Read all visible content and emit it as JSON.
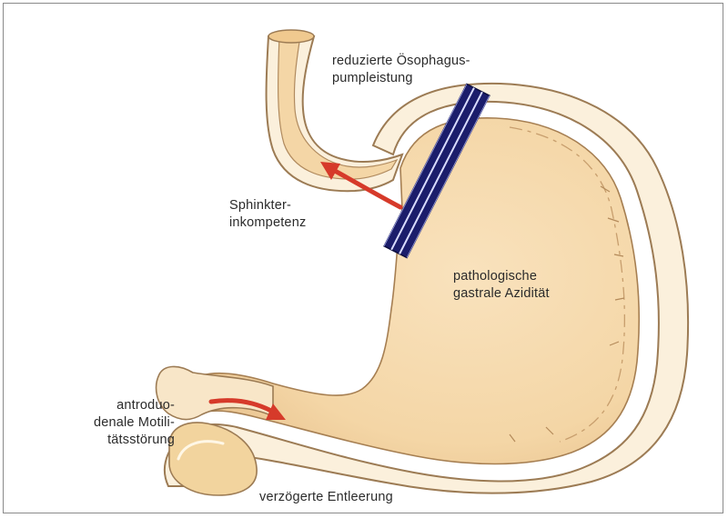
{
  "diagram": {
    "labels": {
      "oesophagus_line1": "reduzierte Ösophagus-",
      "oesophagus_line2": "pumpleistung",
      "sphinkter_line1": "Sphinkter-",
      "sphinkter_line2": "inkompetenz",
      "aciditaet_line1": "pathologische",
      "aciditaet_line2": "gastrale Azidität",
      "motilitaet_line1": "antroduo-",
      "motilitaet_line2": "denale Motili-",
      "motilitaet_line3": "tätsstörung",
      "entleerung": "verzögerte Entleerung"
    },
    "colors": {
      "stomach_fill": "#f6dbb0",
      "stomach_wall": "#fbf0dc",
      "outline": "#9c7b54",
      "arrow": "#d63a2a",
      "band": "#1b1d6b"
    }
  }
}
